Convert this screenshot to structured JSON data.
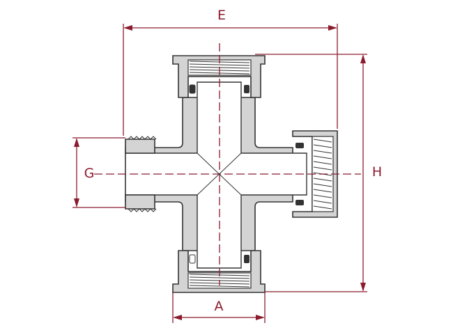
{
  "dimensions": {
    "top": "E",
    "right": "H",
    "left": "G",
    "bottom": "A"
  },
  "colors": {
    "dimension": "#8b1c2e",
    "outline": "#333333",
    "section_fill": "#d4d4d4"
  }
}
